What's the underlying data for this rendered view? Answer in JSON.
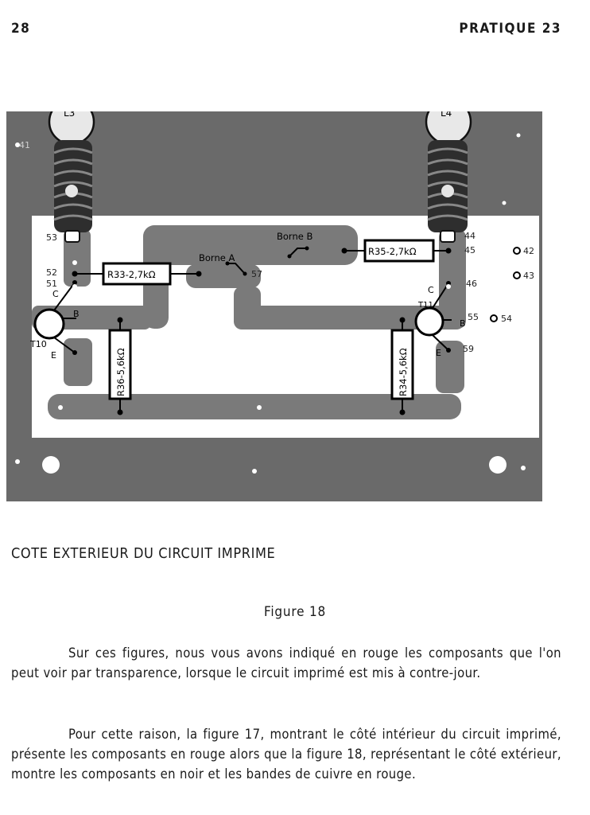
{
  "header": {
    "page_number": "28",
    "title": "PRATIQUE 23"
  },
  "figure": {
    "labels": {
      "l3": "L3",
      "l4": "L4",
      "r33": "R33-2,7kΩ",
      "r35": "R35-2,7kΩ",
      "r36": "R36-5,6kΩ",
      "r34": "R34-5,6kΩ",
      "borne_a": "Borne A",
      "borne_b": "Borne B",
      "t10": "T10",
      "t11": "T11",
      "c_left": "C",
      "b_left": "B",
      "e_left": "E",
      "c_right": "C",
      "b_right": "B",
      "e_right": "E",
      "n41": "41",
      "n42": "42",
      "n43": "43",
      "n44": "44",
      "n45": "45",
      "n46": "46",
      "n51": "51",
      "n52": "52",
      "n53": "53",
      "n54": "54",
      "n55": "55",
      "n57": "57",
      "n59": "59"
    }
  },
  "caption": "COTE EXTERIEUR DU CIRCUIT IMPRIME",
  "figure_label": "Figure 18",
  "paragraphs": [
    "Sur ces figures, nous vous avons indiqué en rouge les composants que l'on peut voir par transparence, lorsque le circuit imprimé est mis à contre-jour.",
    "Pour cette raison, la figure 17, montrant le côté intérieur du circuit imprimé, présente les composants en rouge alors que la figure 18, représentant le côté extérieur, montre les composants en noir et les bandes de cuivre en rouge."
  ]
}
